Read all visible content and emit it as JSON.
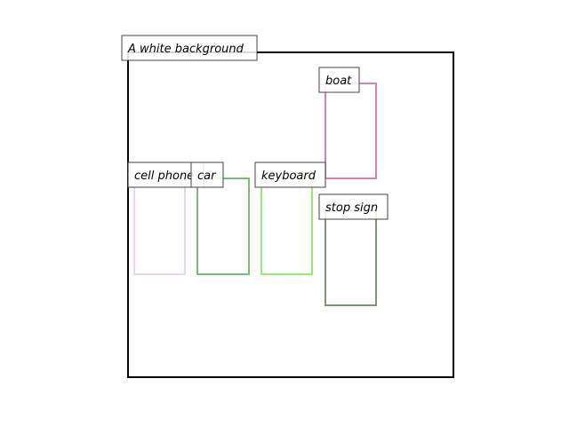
{
  "scene": {
    "caption": "A white background",
    "frame_color": "#000000",
    "background_color": "#ffffff"
  },
  "boxes": [
    {
      "label": "boat",
      "color": "#d783b8"
    },
    {
      "label": "cell phone",
      "color": "#e8d5f0"
    },
    {
      "label": "car",
      "color": "#78bf7b"
    },
    {
      "label": "keyboard",
      "color": "#93ea75"
    },
    {
      "label": "stop sign",
      "color": "#7d9574"
    }
  ]
}
